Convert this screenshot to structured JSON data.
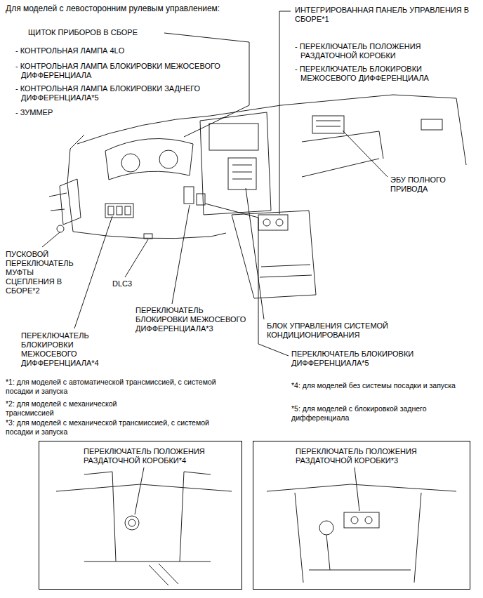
{
  "diagram": {
    "title": "Для моделей с левосторонним рулевым управлением:",
    "nodes": [
      {
        "text": [
          "ПЕРЕКЛЮЧАТЕЛЬ ПОЛОЖЕНИЯ РАЗДАТОЧНОЙ КОРОБКИ*4"
        ]
      },
      {
        "text": [
          "ПЕРЕКЛЮЧАТЕЛЬ ПОЛОЖЕНИЯ РАЗДАТОЧНОЙ КОРОБКИ*3"
        ]
      }
    ],
    "labels": [
      "ЩИТОК ПРИБОРОВ В СБОРЕ",
      "- КОНТРОЛЬНАЯ ЛАМПА 4LO",
      "- КОНТРОЛЬНАЯ ЛАМПА БЛОКИРОВКИ МЕЖОСЕВОГО ДИФФЕРЕНЦИАЛА",
      "- КОНТРОЛЬНАЯ ЛАМПА БЛОКИРОВКИ ЗАДНЕГО ДИФФЕРЕНЦИАЛА*5",
      "- ЗУММЕР",
      "ИНТЕГРИРОВАННАЯ ПАНЕЛЬ УПРАВЛЕНИЯ В СБОРЕ*1",
      "- ПЕРЕКЛЮЧАТЕЛЬ ПОЛОЖЕНИЯ РАЗДАТОЧНОЙ КОРОБКИ",
      "- ПЕРЕКЛЮЧАТЕЛЬ БЛОКИРОВКИ МЕЖОСЕВОГО ДИФФЕРЕНЦИАЛА",
      "ЭБУ ПОЛНОГО ПРИВОДА",
      "ПУСКОВОЙ ПЕРЕКЛЮЧАТЕЛЬ МУФТЫ СЦЕПЛЕНИЯ В СБОРЕ*2",
      "DLC3",
      "ПЕРЕКЛЮЧАТЕЛЬ БЛОКИРОВКИ МЕЖОСЕВОГО ДИФФЕРЕНЦИАЛА*3",
      "БЛОК УПРАВЛЕНИЯ СИСТЕМОЙ КОНДИЦИОНИРОВАНИЯ",
      "ПЕРЕКЛЮЧАТЕЛЬ БЛОКИРОВКИ МЕЖОСЕВОГО ДИФФЕРЕНЦИАЛА*4",
      "ПЕРЕКЛЮЧАТЕЛЬ БЛОКИРОВКИ ДИФФЕРЕНЦИАЛА*5",
      "*1: для моделей с автоматической трансмиссией, с системой посадки и запуска",
      "*2: для моделей с механической трансмиссией",
      "*3: для моделей с механической трансмиссией, с системой посадки и запуска",
      "*4: для моделей без системы посадки и запуска",
      "*5: для моделей с блокировкой заднего дифференциала"
    ]
  }
}
